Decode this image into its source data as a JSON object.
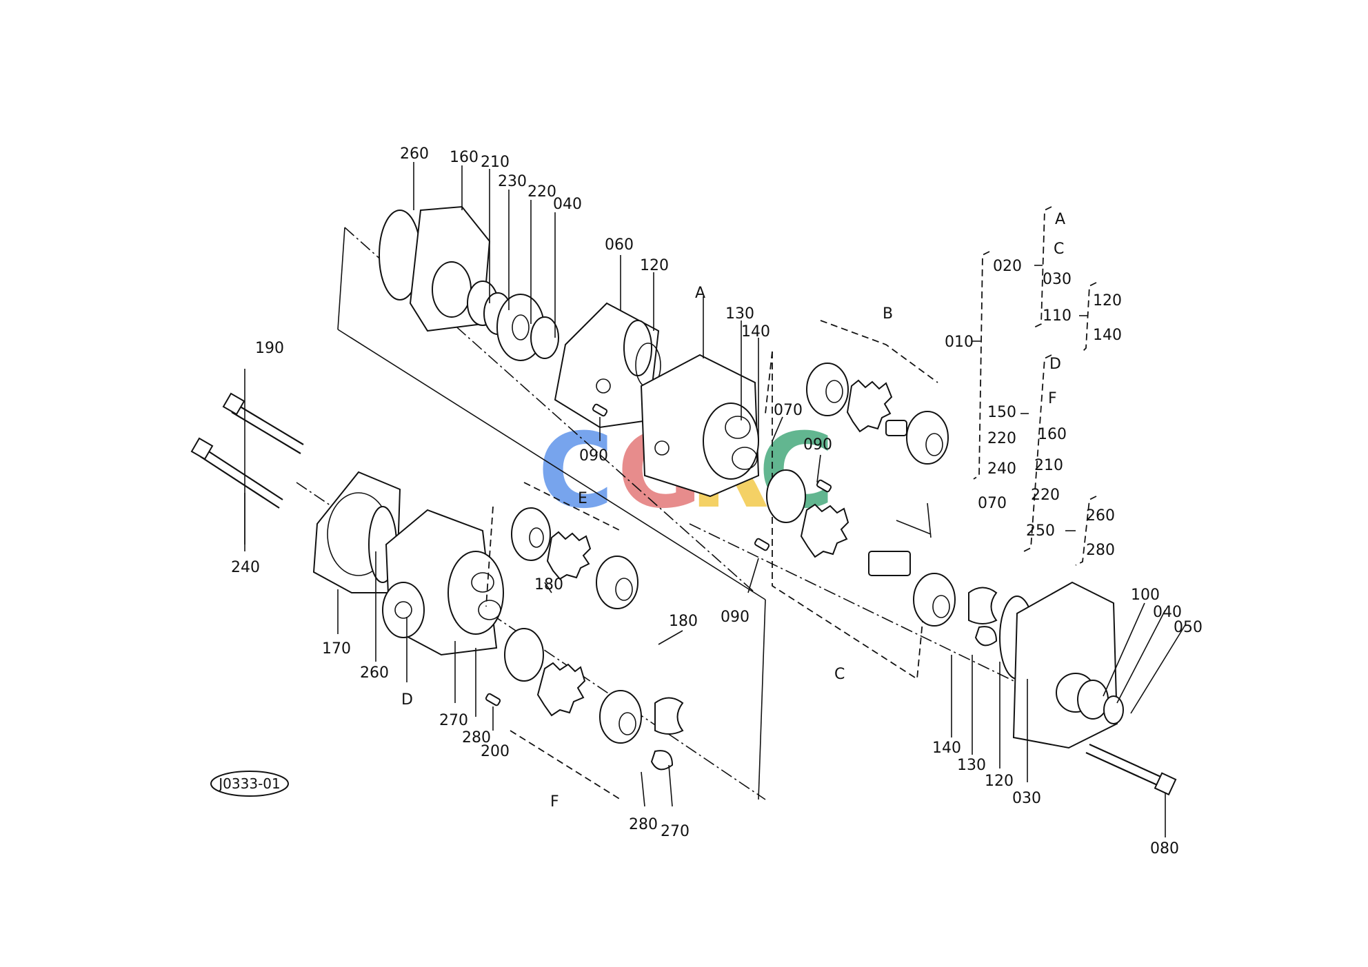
{
  "diagram_code": "J0333-01",
  "watermark": {
    "letters": [
      "C",
      "G",
      "R",
      "C"
    ],
    "colors": [
      "#4a86e8",
      "#e06666",
      "#f1c232",
      "#2e9e6b"
    ]
  },
  "callouts": {
    "p260_top": "260",
    "p160_top": "160",
    "p210_top": "210",
    "p230_top": "230",
    "p220_top": "220",
    "p040_top": "040",
    "p060": "060",
    "p120_top": "120",
    "A": "A",
    "p130_top": "130",
    "p140_top": "140",
    "p070_top": "070",
    "p090_a": "090",
    "p090_b": "090",
    "B": "B",
    "p190": "190",
    "p240": "240",
    "E": "E",
    "p180_a": "180",
    "p180_b": "180",
    "p090_c": "090",
    "p070_b": "070",
    "C": "C",
    "p170": "170",
    "p260_bottom": "260",
    "D": "D",
    "p270_a": "270",
    "p280_a": "280",
    "p200": "200",
    "F": "F",
    "p280_b": "280",
    "p270_b": "270",
    "p140_bottom": "140",
    "p130_bottom": "130",
    "p120_bottom": "120",
    "p030": "030",
    "p100": "100",
    "p040_b": "040",
    "p050": "050",
    "p080": "080"
  },
  "legend": {
    "p010": "010",
    "p020": "020",
    "g1": [
      "A",
      "C",
      "030",
      "110"
    ],
    "g2": [
      "120",
      "140"
    ],
    "g3": [
      "150",
      "220",
      "240"
    ],
    "g4": [
      "D",
      "F",
      "160",
      "210",
      "220",
      "250"
    ],
    "g5": [
      "260",
      "280"
    ]
  }
}
